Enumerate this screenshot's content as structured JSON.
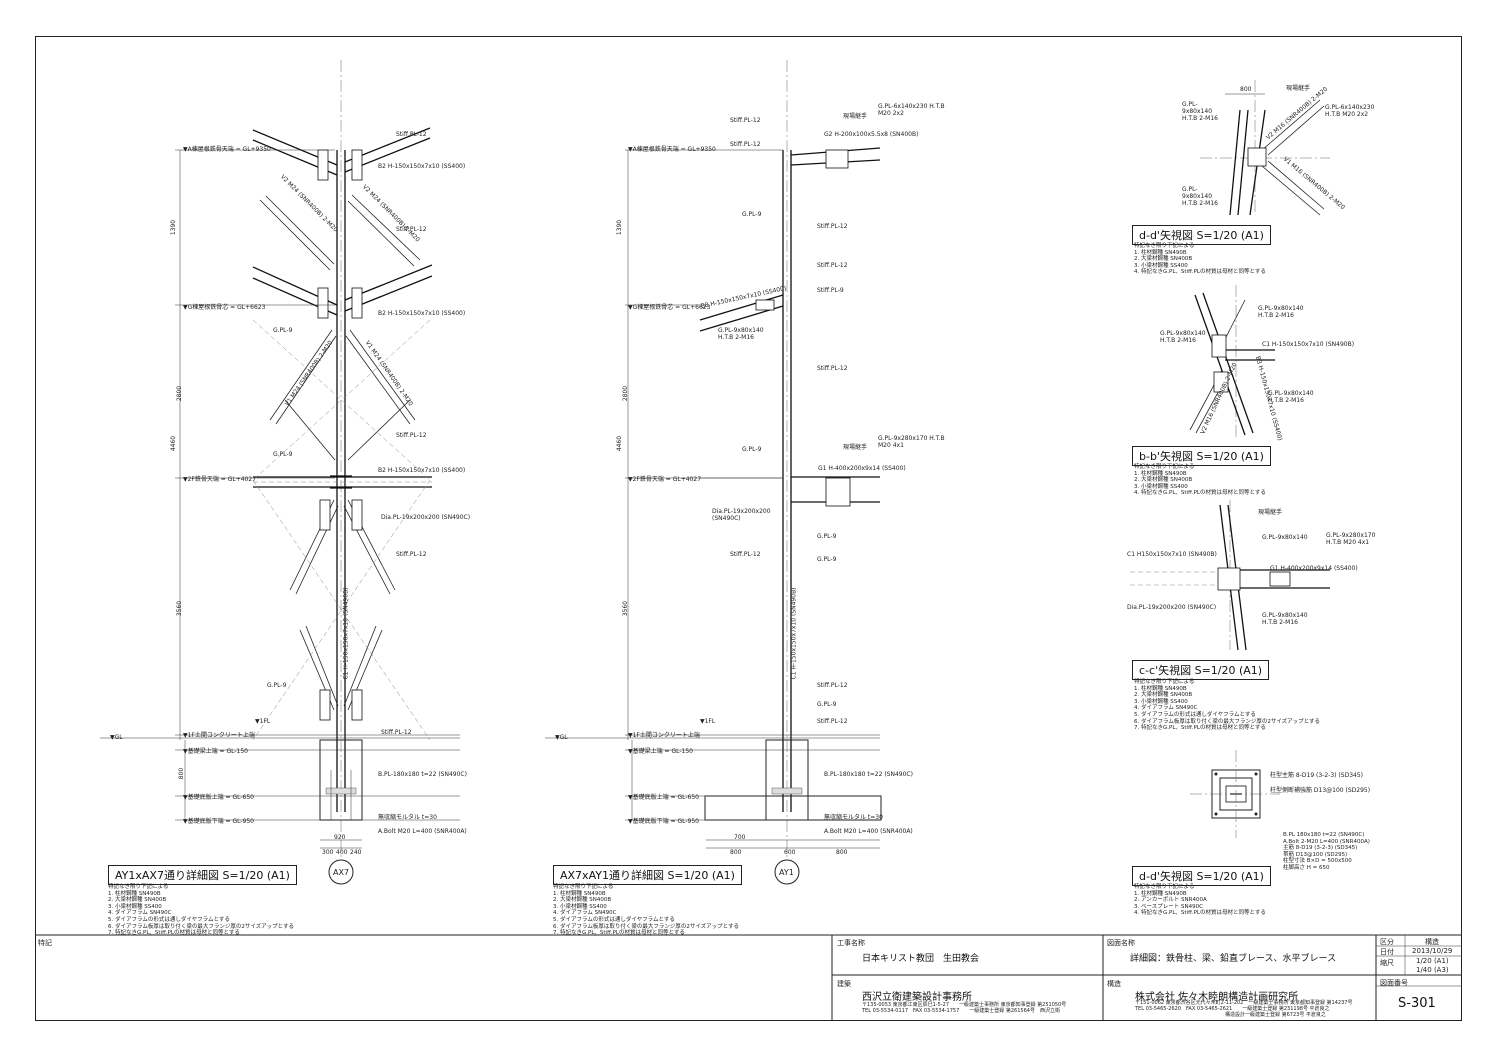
{
  "views": {
    "ax7": {
      "title": "AY1xAX7通り詳細図 S=1/20 (A1)",
      "axis": "AX7",
      "labels": [
        "▼A棟屋根鉄骨天端 = GL+9350",
        "Stiff.PL-12",
        "B2 H-150x150x7x10 (SS400)",
        "V2 M24 (SNR400B) 2-M20",
        "V2 M24 (SNR400B) 2-M20",
        "Stiff.PL-12",
        "▼G棟屋根鉄骨芯 = GL+6623",
        "B2 H-150x150x7x10 (SS400)",
        "G.PL-9",
        "V1 M24 (SNR400B) 2-M20",
        "V1 M24 (SNR400B) 2-M20",
        "Stiff.PL-12",
        "G.PL-9",
        "▼2F鉄骨天端 = GL+4027",
        "B2 H-150x150x7x10 (SS400)",
        "Dia.PL-19x200x200 (SN490C)",
        "Stiff.PL-12",
        "C1 H-150x150x7x10 (SN490B)",
        "G.PL-9",
        "▼1FL",
        "▼1F土間コンクリート上端",
        "Stiff.PL-12",
        "▼GL",
        "▼基礎梁上端 = GL-150",
        "B.PL-180x180 t=22 (SN490C)",
        "▼基礎底版上端 = GL-650",
        "無収縮モルタル t=30",
        "▼基礎底版下端 = GL-950",
        "A.Bolt M20 L=400 (SNR400A)"
      ],
      "dimensions": [
        "1390",
        "4460",
        "2800",
        "3560",
        "800",
        "920",
        "300",
        "400",
        "240"
      ],
      "notes": "特記なき限り下記による\n1. 柱材鋼種 SN490B\n2. 大梁材鋼種 SN400B\n3. 小梁材鋼種 SS400\n4. ダイアフラム SN490C\n5. ダイアフラムの形式は通しダイヤフラムとする\n6. ダイアフラム板厚は取り付く梁の最大フランジ厚の2サイズアップとする\n7. 特記なきG.PL、Stiff.PLの材質は母材と同等とする"
    },
    "ax1": {
      "title": "AX7xAY1通り詳細図 S=1/20 (A1)",
      "axis": "AY1",
      "labels": [
        "Stiff.PL-12",
        "▼A棟屋根鉄骨天端 = GL+9350",
        "現場継手",
        "G.PL-6x140x230 H.T.B M20 2x2",
        "G2 H-200x100x5.5x8 (SN400B)",
        "Stiff.PL-12",
        "G.PL-9",
        "Stiff.PL-12",
        "Stiff.PL-9",
        "B8 H-150x150x7x10 (SS400)",
        "▼G棟屋根鉄骨芯 = GL+6623",
        "G.PL-9x80x140 H.T.B 2-M16",
        "Stiff.PL-12",
        "Stiff.PL-12",
        "現場継手",
        "G.PL-9x280x170 H.T.B M20 4x1",
        "G1 H-400x200x9x14 (SS400)",
        "G.PL-9",
        "▼2F鉄骨天端 = GL+4027",
        "Dia.PL-19x200x200 (SN490C)",
        "G.PL-9",
        "Stiff.PL-12",
        "G.PL-9",
        "C1 H-150x150x7x10 (SN490B)",
        "Stiff.PL-12",
        "G.PL-9",
        "Stiff.PL-12",
        "▼1FL",
        "▼1F土間コンクリート上端",
        "▼GL",
        "▼基礎梁上端 = GL-150",
        "B.PL-180x180 t=22 (SN490C)",
        "▼基礎底版上端 = GL-650",
        "無収縮モルタル t=30",
        "▼基礎底版下端 = GL-950",
        "A.Bolt M20 L=400 (SNR400A)"
      ],
      "dimensions": [
        "1390",
        "4460",
        "2800",
        "3560",
        "700",
        "800",
        "600",
        "800"
      ],
      "notes": "特記なき限り下記による\n1. 柱材鋼種 SN490B\n2. 大梁材鋼種 SN400B\n3. 小梁材鋼種 SS400\n4. ダイアフラム SN490C\n5. ダイアフラムの形式は通しダイヤフラムとする\n6. ダイアフラム板厚は取り付く梁の最大フランジ厚の2サイズアップとする\n7. 特記なきG.PL、Stiff.PLの材質は母材と同等とする"
    },
    "dd1": {
      "title": "d-d'矢視図 S=1/20 (A1)",
      "labels": [
        "現場継手",
        "G.PL-9x80x140 H.T.B 2-M16",
        "G.PL-6x140x230 H.T.B M20 2x2",
        "G.PL-9x80x140 H.T.B 2-M16",
        "V2 M16 (SNR400B) 2-M20",
        "V1 M16 (SNR400B) 2-M20"
      ],
      "dimensions": [
        "800"
      ],
      "notes": "特記なき限り下記による\n1. 柱材鋼種 SN490B\n2. 大梁材鋼種 SN400B\n3. 小梁材鋼種 SS400\n4. 特記なきG.PL、Stiff.PLの材質は母材と同等とする"
    },
    "bb": {
      "title": "b-b'矢視図 S=1/20 (A1)",
      "labels": [
        "G.PL-9x80x140 H.T.B 2-M16",
        "G.PL-9x80x140 H.T.B 2-M16",
        "C1 H-150x150x7x10 (SN490B)",
        "G.PL-9x80x140 H.T.B 2-M16",
        "V2 M16 (SNR400B) 2-M20",
        "B3 H-150x150x7x10 (SS400)"
      ],
      "notes": "特記なき限り下記による\n1. 柱材鋼種 SN490B\n2. 大梁材鋼種 SN400B\n3. 小梁材鋼種 SS400\n4. 特記なきG.PL、Stiff.PLの材質は母材と同等とする"
    },
    "cc": {
      "title": "c-c'矢視図 S=1/20 (A1)",
      "labels": [
        "現場継手",
        "G.PL-9x80x140",
        "G.PL-9x280x170 H.T.B M20 4x1",
        "C1 H150x150x7x10 (SN490B)",
        "G1 H-400x200x9x14 (SS400)",
        "Dia.PL-19x200x200 (SN490C)",
        "G.PL-9x80x140 H.T.B 2-M16"
      ],
      "notes": "特記なき限り下記による\n1. 柱材鋼種 SN490B\n2. 大梁材鋼種 SN400B\n3. 小梁材鋼種 SS400\n4. ダイアフラム SN490C\n5. ダイアフラムの形式は通しダイヤフラムとする\n6. ダイアフラム板厚は取り付く梁の最大フランジ厚の2サイズアップとする\n7. 特記なきG.PL、Stiff.PLの材質は母材と同等とする"
    },
    "dd2": {
      "title": "d-d'矢視図 S=1/20 (A1)",
      "labels": [
        "柱型主筋 8-D19 (3-2-3) (SD345)",
        "柱型側断補強筋 D13@100 (SD295)"
      ],
      "spec": "B.PL 180x180 t=22 (SN490C)\nA.Bolt 2-M20 L=400 (SNR400A)\n主筋 8-D19 (3-2-3) (SD345)\n帯筋 D13@100 (SD295)\n柱型寸法 B×D = 500x500\n柱脚高さ H = 650",
      "notes": "特記なき限り下記による\n1. 柱材鋼種 SN490B\n2. アンカーボルト SNR400A\n3. ベースプレート SN490C\n4. 特記なきG.PL、Stiff.PLの材質は母材と同等とする"
    }
  },
  "title_block": {
    "remarks_label": "特記",
    "project_label": "工事名称",
    "project_name": "日本キリスト教団　生田教会",
    "drawing_label": "図面名称",
    "drawing_name": "詳細図：鉄骨柱、梁、鉛直ブレース、水平ブレース",
    "architect_label": "建築",
    "architect_name": "西沢立衛建築設計事務所",
    "architect_info": "〒135-0053 東京都江東区辰巳1-5-27　　一級建築士事務所 東京都知事登録 第251050号\nTEL 03-5534-0117　FAX 03-5534-1757　　一級建築士登録 第261564号　西沢立衛",
    "structure_label": "構造",
    "structure_name": "株式会社 佐々木睦朗構造計画研究所",
    "structure_info": "〒151-0062 東京都渋谷区元代々木町2-11-202　一級建築士事務所 東京都知事登録 第14237号\nTEL 03-5465-2620　FAX 03-5465-2621　　一級建築士登録 第231198号 平倉良之\n　　　　　　　　　　　　　　　　　　構造設計一級建築士登録 第6723号 平倉良之",
    "division_label": "区分",
    "division": "構造",
    "date_label": "日付",
    "date": "2013/10/29",
    "scale_label": "縮尺",
    "scale_1": "1/20 (A1)",
    "scale_2": "1/40 (A3)",
    "number_label": "図面番号",
    "number": "S-301"
  }
}
